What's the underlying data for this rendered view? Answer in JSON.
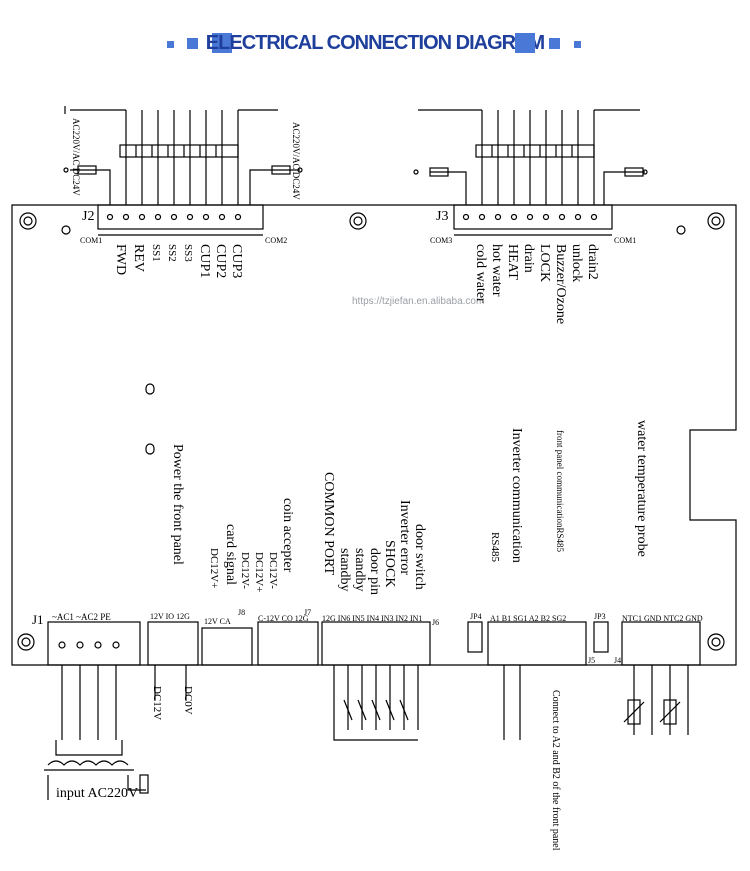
{
  "header": {
    "title": "ELECTRICAL CONNECTION DIAGRAM"
  },
  "watermark": "https://tzjiefan.en.alibaba.com",
  "j2": {
    "name": "J2",
    "com1": "COM1",
    "com2": "COM2",
    "labels": [
      "FWD",
      "REV",
      "SS1",
      "SS2",
      "SS3",
      "CUP1",
      "CUP2",
      "CUP3"
    ]
  },
  "j3": {
    "name": "J3",
    "com3": "COM3",
    "com1": "COM1",
    "labels": [
      "cold water",
      "hot water",
      "HEAT",
      "drain",
      "LOCK",
      "Buzzer/Ozone",
      "unlock",
      "drain2"
    ]
  },
  "side_notes": {
    "left_top": "AC220V/AC DC24V",
    "mid_top": "AC220V/AC DC24V"
  },
  "bottom_labels": {
    "power_front_panel": "Power the front panel",
    "card_signal": "card signal",
    "card_voltage": "DC12V+",
    "coin_acceptor": "coin accepter",
    "coin_v1": "DC12V-",
    "coin_v2": "DC12V+",
    "coin_v3": "DC12V-",
    "common_port": "COMMON PORT",
    "standby1": "standby",
    "standby2": "standby",
    "door_pin": "door pin",
    "shock": "SHOCK",
    "inverter_error": "Inverter error",
    "door_switch": "door switch",
    "inverter_comm": "Inverter communication",
    "rs485": "RS485",
    "front_panel_comm": "front panel communicationRS485",
    "water_temp": "water temperature probe"
  },
  "connectors": {
    "j1": "J1",
    "j1_pins": "~AC1   ~AC2   PE",
    "j8": "J8",
    "j8_pins": "12V  IO  12G",
    "j8b_pins": "12V  CA",
    "j7": "J7",
    "j7_pins": "C-12V CO 12G",
    "j6": "J6",
    "j6_pins": "12G IN6 IN5 IN4 IN3 IN2 IN1",
    "jp4": "JP4",
    "j5": "J5",
    "j5_pins": "A1  B1  SG1  A2  B2  SG2",
    "jp3": "JP3",
    "j4": "J4",
    "j4_pins": "NTC1 GND NTC2 GND"
  },
  "dc_labels": {
    "dc12v": "DC12V",
    "dc0v": "DC0V"
  },
  "connect_note": "Connect to A2 and B2 of the front panel",
  "input_label": "input AC220V"
}
